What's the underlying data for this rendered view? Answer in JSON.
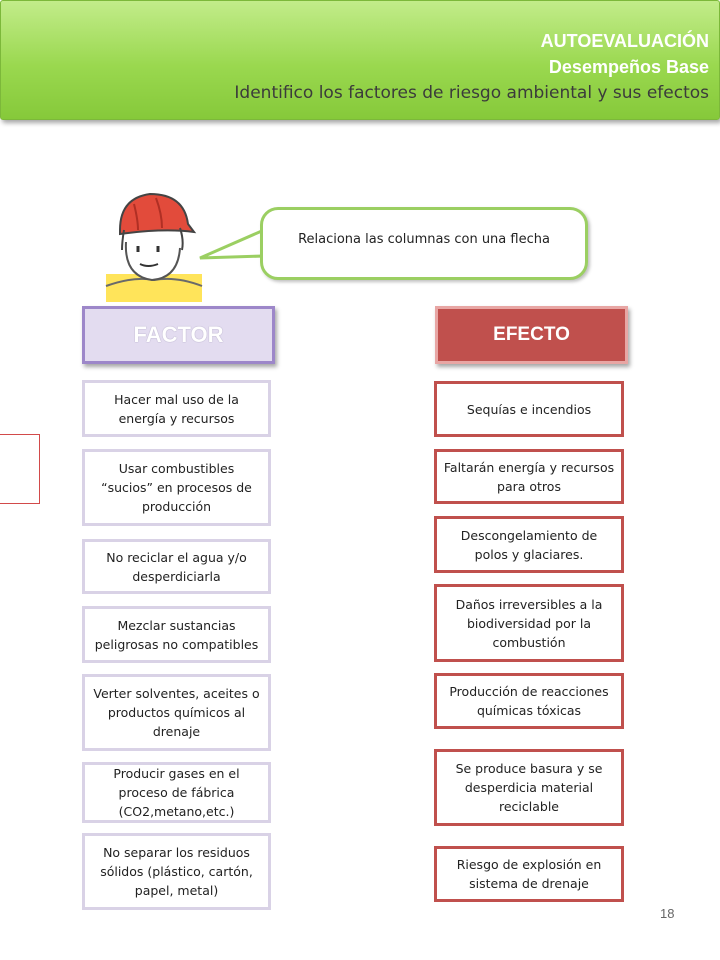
{
  "header": {
    "line1": "AUTOEVALUACIÓN",
    "line2": "Desempeños Base",
    "line3": "Identifico los factores de riesgo  ambiental y sus efectos"
  },
  "bubble": {
    "text": "Relaciona las columnas con una flecha"
  },
  "columns": {
    "factor_title": "FACTOR",
    "efecto_title": "EFECTO"
  },
  "factors": [
    "Hacer mal uso de la energía y recursos",
    "Usar  combustibles “sucios” en procesos de producción",
    "No reciclar el agua y/o desperdiciarla",
    "Mezclar sustancias peligrosas no compatibles",
    "Verter solventes, aceites o productos químicos al drenaje",
    "Producir gases en el proceso de fábrica (CO2,metano,etc.)",
    "No separar los residuos sólidos (plástico, cartón, papel, metal)"
  ],
  "effects": [
    "Sequías e incendios",
    "Faltarán energía y recursos para otros",
    "Descongelamiento de polos y glaciares.",
    "Daños irreversibles  a la biodiversidad por la combustión",
    "Producción de reacciones químicas tóxicas",
    "Se produce basura y se desperdicia material reciclable",
    "Riesgo de explosión en sistema de drenaje"
  ],
  "page_number": "18",
  "colors": {
    "banner": "#9ad84f",
    "factor_header": "#e3dcf0",
    "efecto_header": "#c0504d",
    "effect_border": "#c0504d"
  }
}
